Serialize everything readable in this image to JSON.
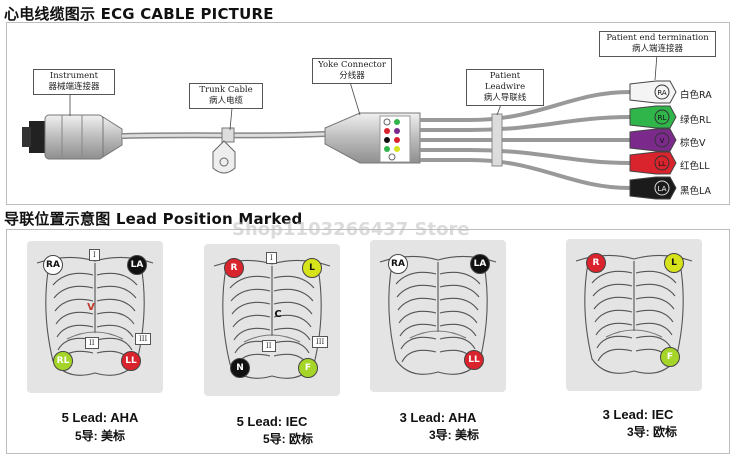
{
  "header": {
    "cable_title": "心电线缆图示 ECG CABLE PICTURE",
    "lead_title": "导联位置示意图 Lead Position Marked"
  },
  "callouts": {
    "instrument": {
      "en": "Instrument",
      "cn": "器械端连接器"
    },
    "trunk": {
      "en": "Trunk Cable",
      "cn": "病人电缆"
    },
    "yoke": {
      "en": "Yoke Connector",
      "cn": "分线器"
    },
    "leadwire": {
      "en": "Patient Leadwire",
      "cn": "病人导联线"
    },
    "termination": {
      "en": "Patient end termination",
      "cn": "病人端连接器"
    }
  },
  "wires": [
    {
      "code": "RA",
      "color_name": "白色RA",
      "color": "#f4f4f4"
    },
    {
      "code": "RL",
      "color_name": "绿色RL",
      "color": "#2fb54a"
    },
    {
      "code": "V",
      "color_name": "棕色V",
      "color": "#7b2a8c"
    },
    {
      "code": "LL",
      "color_name": "红色LL",
      "color": "#d9232d"
    },
    {
      "code": "LA",
      "color_name": "黑色LA",
      "color": "#1b1b1b"
    }
  ],
  "panels": [
    {
      "caption1": "5 Lead: AHA",
      "caption2": "5导: 美标",
      "electrodes": {
        "ra": "RA",
        "la": "LA",
        "rl": "RL",
        "ll": "LL",
        "v": "V"
      },
      "leads": {
        "i": "I",
        "ii": "II",
        "iii": "III"
      }
    },
    {
      "caption1": "5 Lead: IEC",
      "caption2": "5导: 欧标",
      "electrodes": {
        "r": "R",
        "l": "L",
        "n": "N",
        "f": "F",
        "c": "C"
      },
      "leads": {
        "i": "I",
        "ii": "II",
        "iii": "III"
      }
    },
    {
      "caption1": "3 Lead: AHA",
      "caption2": "3导: 美标",
      "electrodes": {
        "ra": "RA",
        "la": "LA",
        "ll": "LL"
      }
    },
    {
      "caption1": "3 Lead: IEC",
      "caption2": "3导: 欧标",
      "electrodes": {
        "r": "R",
        "l": "L",
        "f": "F"
      }
    }
  ],
  "watermark": "Shop1103266437 Store",
  "colors": {
    "white": "#ffffff",
    "red": "#d9232d",
    "yellow": "#d6e21a",
    "green": "#a6d52a",
    "black": "#111111"
  }
}
